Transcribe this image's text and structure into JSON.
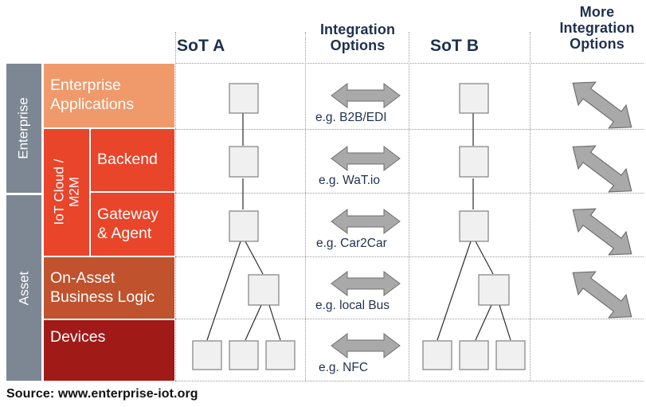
{
  "headers": [
    {
      "id": "sota",
      "label": "SoT A"
    },
    {
      "id": "integration",
      "label": "Integration\nOptions"
    },
    {
      "id": "sotb",
      "label": "SoT B"
    },
    {
      "id": "more",
      "label": "More\nIntegration\nOptions"
    }
  ],
  "header_labels": {
    "sota": "SoT A",
    "integration_line1": "Integration",
    "integration_line2": "Options",
    "sotb": "SoT B",
    "more_line1": "More",
    "more_line2": "Integration",
    "more_line3": "Options"
  },
  "categories": [
    {
      "id": "enterprise",
      "label": "Enterprise",
      "color": "#7C8793"
    },
    {
      "id": "asset",
      "label": "Asset",
      "color": "#7C8793"
    }
  ],
  "layers": [
    {
      "id": "enterprise-applications",
      "label": "Enterprise\nApplications",
      "line1": "Enterprise",
      "line2": "Applications",
      "color": "#F0996B"
    },
    {
      "id": "iot-cloud-m2m",
      "label": "IoT Cloud /\nM2M",
      "line1": "IoT Cloud /",
      "line2": "M2M",
      "color": "#E8452A",
      "rotated": true
    },
    {
      "id": "backend",
      "label": "Backend",
      "line1": "Backend",
      "line2": "",
      "color": "#E8452A"
    },
    {
      "id": "gateway-agent",
      "label": "Gateway\n& Agent",
      "line1": "Gateway",
      "line2": "& Agent",
      "color": "#E8452A"
    },
    {
      "id": "on-asset-business-logic",
      "label": "On-Asset\nBusiness Logic",
      "line1": "On-Asset",
      "line2": "Business Logic",
      "color": "#C0522D"
    },
    {
      "id": "devices",
      "label": "Devices",
      "line1": "Devices",
      "line2": "",
      "color": "#A01B18"
    }
  ],
  "integration_options": [
    {
      "id": "b2b-edi",
      "label": "e.g. B2B/EDI",
      "icon": "double-arrow-horizontal",
      "row": "enterprise-applications"
    },
    {
      "id": "wat-io",
      "label": "e.g. WaT.io",
      "icon": "double-arrow-horizontal",
      "row": "backend"
    },
    {
      "id": "car2car",
      "label": "e.g. Car2Car",
      "icon": "double-arrow-horizontal",
      "row": "gateway-agent"
    },
    {
      "id": "local-bus",
      "label": "e.g. local Bus",
      "icon": "double-arrow-horizontal",
      "row": "on-asset-business-logic"
    },
    {
      "id": "nfc",
      "label": "e.g. NFC",
      "icon": "double-arrow-horizontal",
      "row": "devices"
    }
  ],
  "more_integration_arrows": [
    {
      "id": "more-arrow-1",
      "icon": "double-arrow-diagonal"
    },
    {
      "id": "more-arrow-2",
      "icon": "double-arrow-diagonal"
    },
    {
      "id": "more-arrow-3",
      "icon": "double-arrow-diagonal"
    },
    {
      "id": "more-arrow-4",
      "icon": "double-arrow-diagonal"
    }
  ],
  "trees": {
    "sota": {
      "nodes": [
        "enterprise-app-node",
        "backend-node",
        "gateway-node",
        "business-logic-node",
        "device-node-1",
        "device-node-2",
        "device-node-3"
      ]
    },
    "sotb": {
      "nodes": [
        "enterprise-app-node",
        "backend-node",
        "gateway-node",
        "business-logic-node",
        "device-node-1",
        "device-node-2",
        "device-node-3"
      ]
    }
  },
  "footer": {
    "source": "Source: www.enterprise-iot.org"
  },
  "colors": {
    "category_grey": "#7C8793",
    "enterprise_apps": "#F0996B",
    "cloud_red": "#E8452A",
    "on_asset": "#C0522D",
    "devices": "#A01B18",
    "arrow_fill": "#A9A9A9",
    "arrow_stroke": "#6E6E6E",
    "node_fill": "#F0F0F0",
    "node_stroke": "#808080",
    "header_text": "#1F3050",
    "grid_line": "#9A9A9A"
  }
}
